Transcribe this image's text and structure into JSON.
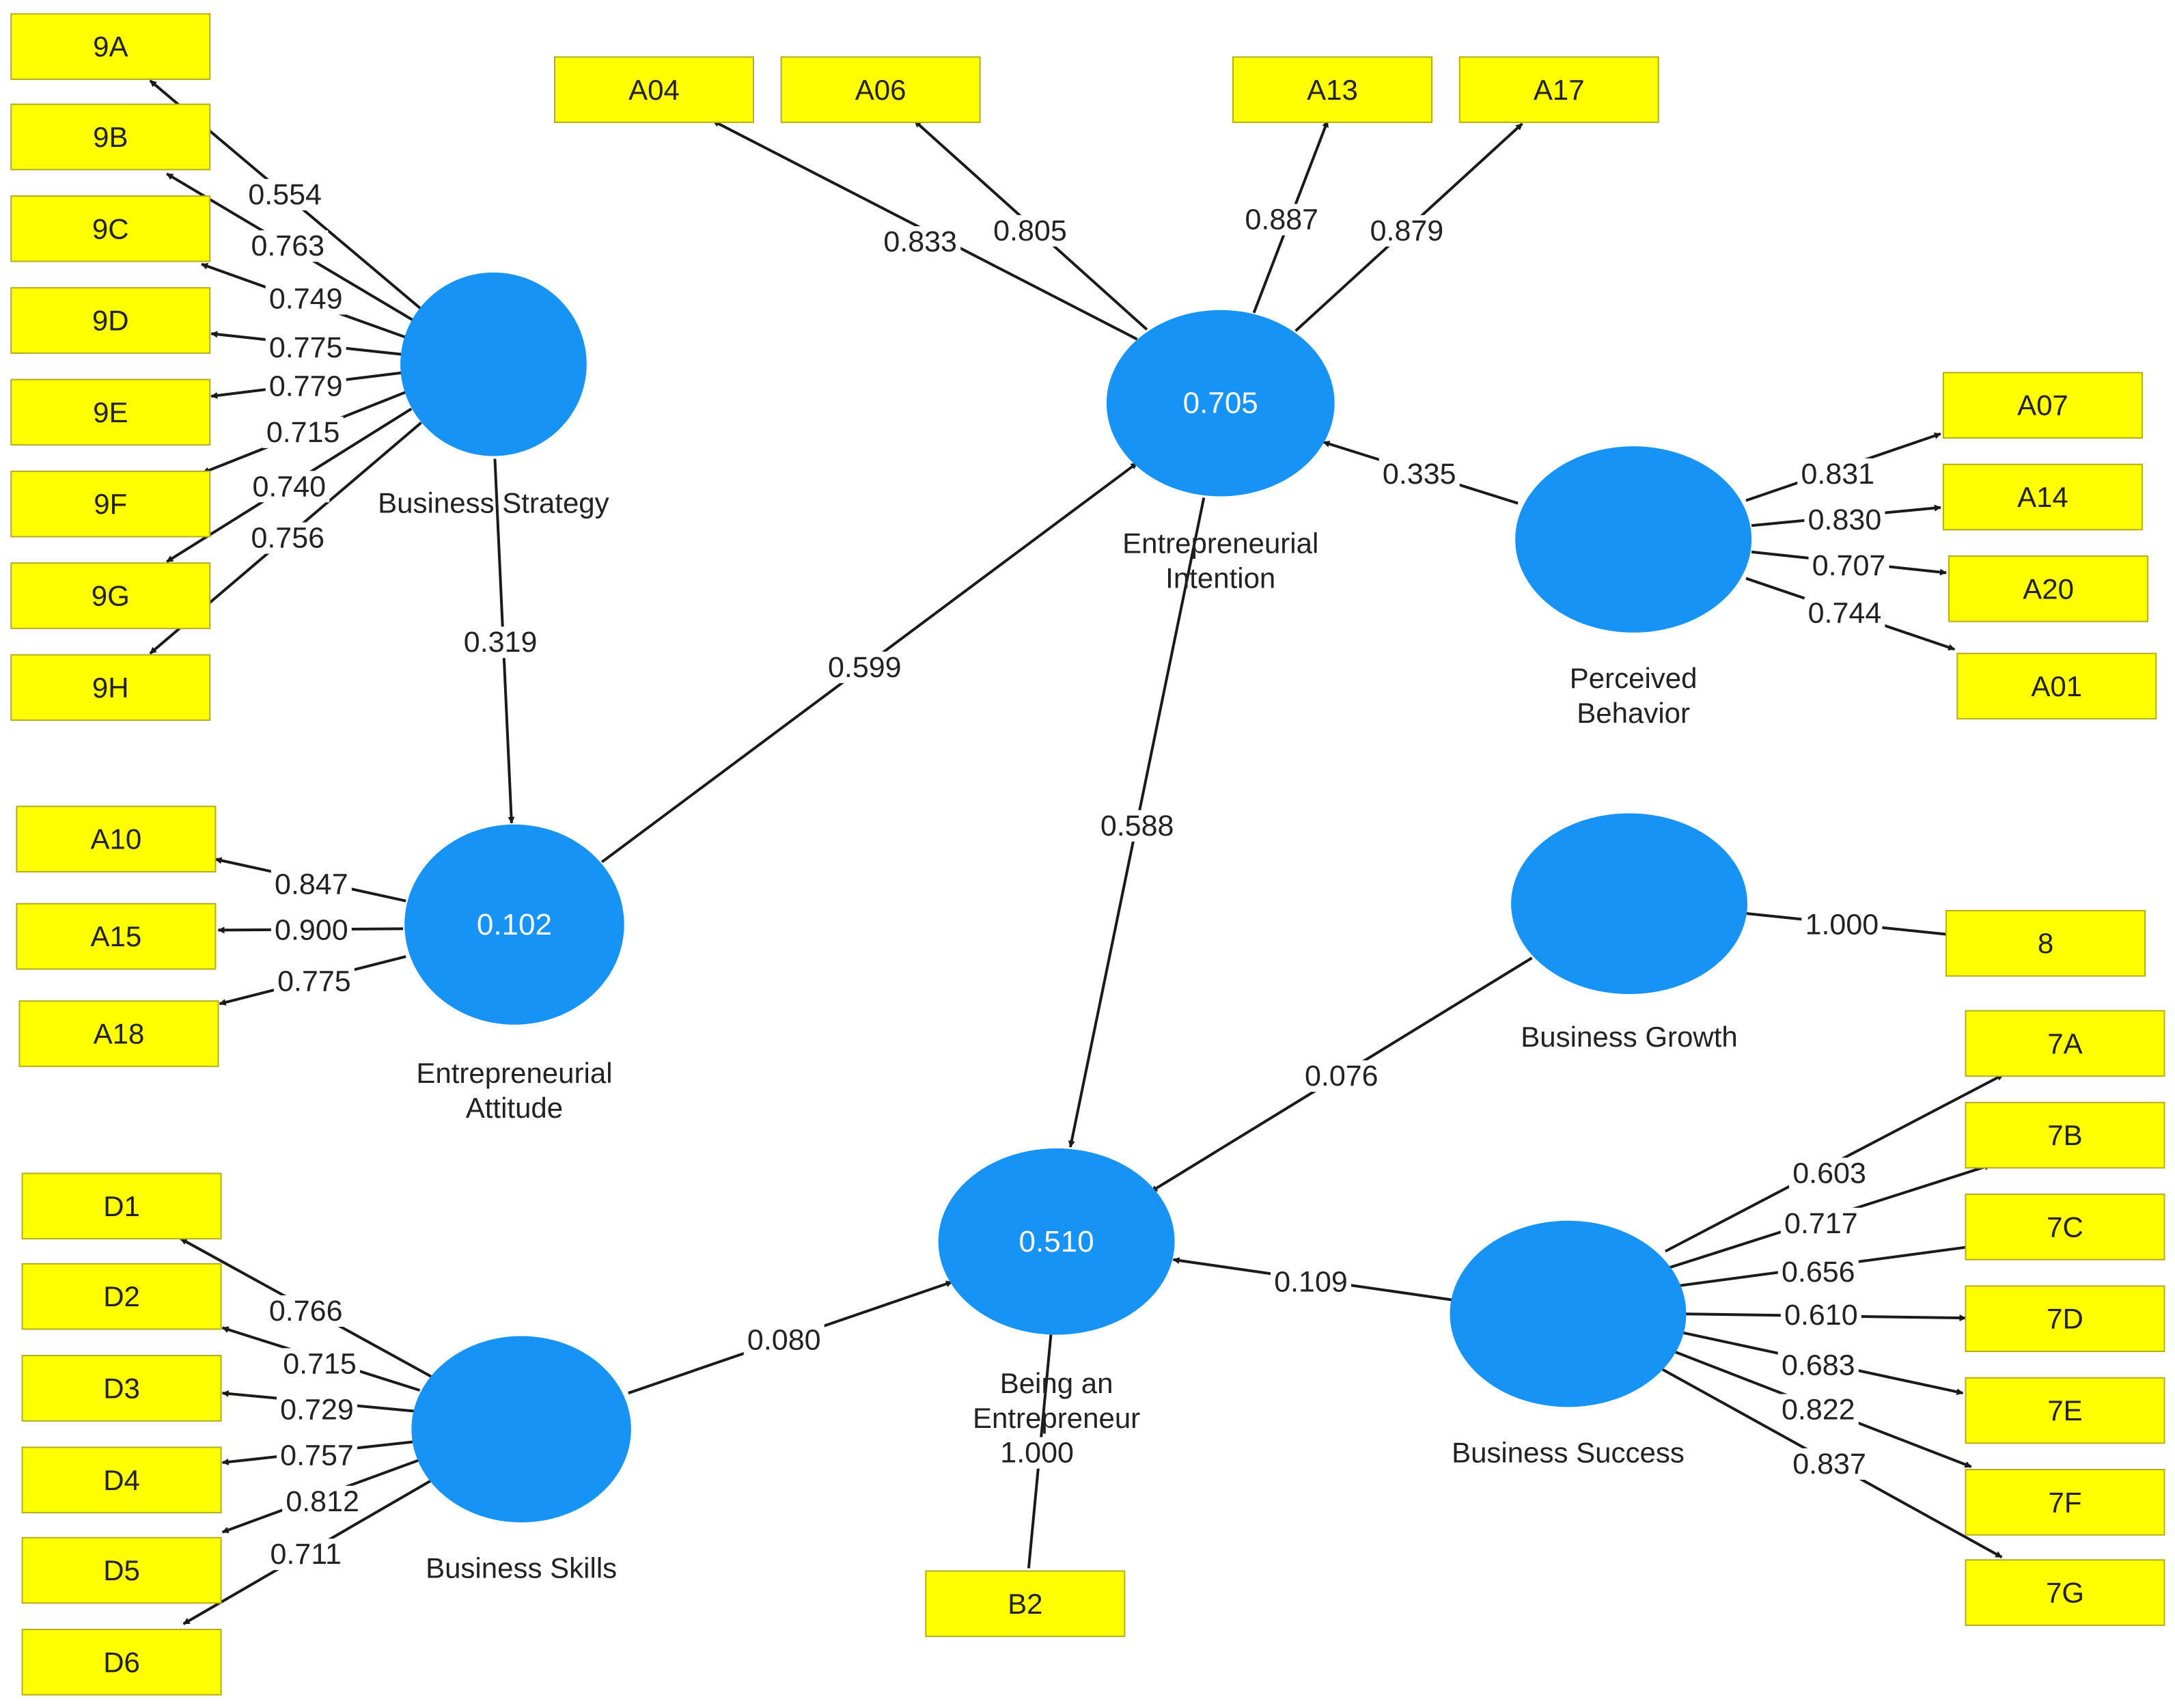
{
  "colors": {
    "latent_fill": "#1693f5",
    "indicator_fill": "#ffff00",
    "edge": "#1a1a1a"
  },
  "latent_variables": [
    {
      "id": "BS",
      "name_lines": [
        "Business Strategy"
      ],
      "value": ""
    },
    {
      "id": "EA",
      "name_lines": [
        "Entrepreneurial",
        "Attitude"
      ],
      "value": "0.102"
    },
    {
      "id": "BSK",
      "name_lines": [
        "Business Skills"
      ],
      "value": ""
    },
    {
      "id": "EI",
      "name_lines": [
        "Entrepreneurial",
        "Intention"
      ],
      "value": "0.705"
    },
    {
      "id": "BE",
      "name_lines": [
        "Being an",
        "Entrepreneur"
      ],
      "value": "0.510"
    },
    {
      "id": "PB",
      "name_lines": [
        "Perceived",
        "Behavior"
      ],
      "value": ""
    },
    {
      "id": "BG",
      "name_lines": [
        "Business Growth"
      ],
      "value": ""
    },
    {
      "id": "BSU",
      "name_lines": [
        "Business Success"
      ],
      "value": ""
    }
  ],
  "indicators": [
    {
      "id": "9A",
      "label": "9A"
    },
    {
      "id": "9B",
      "label": "9B"
    },
    {
      "id": "9C",
      "label": "9C"
    },
    {
      "id": "9D",
      "label": "9D"
    },
    {
      "id": "9E",
      "label": "9E"
    },
    {
      "id": "9F",
      "label": "9F"
    },
    {
      "id": "9G",
      "label": "9G"
    },
    {
      "id": "9H",
      "label": "9H"
    },
    {
      "id": "A10",
      "label": "A10"
    },
    {
      "id": "A15",
      "label": "A15"
    },
    {
      "id": "A18",
      "label": "A18"
    },
    {
      "id": "D1",
      "label": "D1"
    },
    {
      "id": "D2",
      "label": "D2"
    },
    {
      "id": "D3",
      "label": "D3"
    },
    {
      "id": "D4",
      "label": "D4"
    },
    {
      "id": "D5",
      "label": "D5"
    },
    {
      "id": "D6",
      "label": "D6"
    },
    {
      "id": "A04",
      "label": "A04"
    },
    {
      "id": "A06",
      "label": "A06"
    },
    {
      "id": "A13",
      "label": "A13"
    },
    {
      "id": "A17",
      "label": "A17"
    },
    {
      "id": "A07",
      "label": "A07"
    },
    {
      "id": "A14",
      "label": "A14"
    },
    {
      "id": "A20",
      "label": "A20"
    },
    {
      "id": "A01",
      "label": "A01"
    },
    {
      "id": "8",
      "label": "8"
    },
    {
      "id": "7A",
      "label": "7A"
    },
    {
      "id": "7B",
      "label": "7B"
    },
    {
      "id": "7C",
      "label": "7C"
    },
    {
      "id": "7D",
      "label": "7D"
    },
    {
      "id": "7E",
      "label": "7E"
    },
    {
      "id": "7F",
      "label": "7F"
    },
    {
      "id": "7G",
      "label": "7G"
    },
    {
      "id": "B2",
      "label": "B2"
    }
  ],
  "edges": [
    {
      "from": "BS",
      "to": "9A",
      "label": "0.554"
    },
    {
      "from": "BS",
      "to": "9B",
      "label": "0.763"
    },
    {
      "from": "BS",
      "to": "9C",
      "label": "0.749"
    },
    {
      "from": "BS",
      "to": "9D",
      "label": "0.775"
    },
    {
      "from": "BS",
      "to": "9E",
      "label": "0.779"
    },
    {
      "from": "BS",
      "to": "9F",
      "label": "0.715"
    },
    {
      "from": "BS",
      "to": "9G",
      "label": "0.740"
    },
    {
      "from": "BS",
      "to": "9H",
      "label": "0.756"
    },
    {
      "from": "BS",
      "to": "EA",
      "label": "0.319"
    },
    {
      "from": "EA",
      "to": "A10",
      "label": "0.847"
    },
    {
      "from": "EA",
      "to": "A15",
      "label": "0.900"
    },
    {
      "from": "EA",
      "to": "A18",
      "label": "0.775"
    },
    {
      "from": "EA",
      "to": "EI",
      "label": "0.599"
    },
    {
      "from": "EI",
      "to": "A04",
      "label": "0.833"
    },
    {
      "from": "EI",
      "to": "A06",
      "label": "0.805"
    },
    {
      "from": "EI",
      "to": "A13",
      "label": "0.887"
    },
    {
      "from": "EI",
      "to": "A17",
      "label": "0.879"
    },
    {
      "from": "PB",
      "to": "EI",
      "label": "0.335"
    },
    {
      "from": "PB",
      "to": "A07",
      "label": "0.831"
    },
    {
      "from": "PB",
      "to": "A14",
      "label": "0.830"
    },
    {
      "from": "PB",
      "to": "A20",
      "label": "0.707"
    },
    {
      "from": "PB",
      "to": "A01",
      "label": "0.744"
    },
    {
      "from": "EI",
      "to": "BE",
      "label": "0.588"
    },
    {
      "from": "BG",
      "to": "8",
      "label": "1.000",
      "arrow": false
    },
    {
      "from": "BG",
      "to": "BE",
      "label": "0.076"
    },
    {
      "from": "BSU",
      "to": "BE",
      "label": "0.109"
    },
    {
      "from": "BSU",
      "to": "7A",
      "label": "0.603"
    },
    {
      "from": "BSU",
      "to": "7B",
      "label": "0.717"
    },
    {
      "from": "BSU",
      "to": "7C",
      "label": "0.656"
    },
    {
      "from": "BSU",
      "to": "7D",
      "label": "0.610"
    },
    {
      "from": "BSU",
      "to": "7E",
      "label": "0.683"
    },
    {
      "from": "BSU",
      "to": "7F",
      "label": "0.822"
    },
    {
      "from": "BSU",
      "to": "7G",
      "label": "0.837"
    },
    {
      "from": "BSK",
      "to": "BE",
      "label": "0.080"
    },
    {
      "from": "BSK",
      "to": "D1",
      "label": "0.766"
    },
    {
      "from": "BSK",
      "to": "D2",
      "label": "0.715"
    },
    {
      "from": "BSK",
      "to": "D3",
      "label": "0.729"
    },
    {
      "from": "BSK",
      "to": "D4",
      "label": "0.757"
    },
    {
      "from": "BSK",
      "to": "D5",
      "label": "0.812"
    },
    {
      "from": "BSK",
      "to": "D6",
      "label": "0.711"
    },
    {
      "from": "BE",
      "to": "B2",
      "label": "1.000",
      "arrow": false
    }
  ]
}
